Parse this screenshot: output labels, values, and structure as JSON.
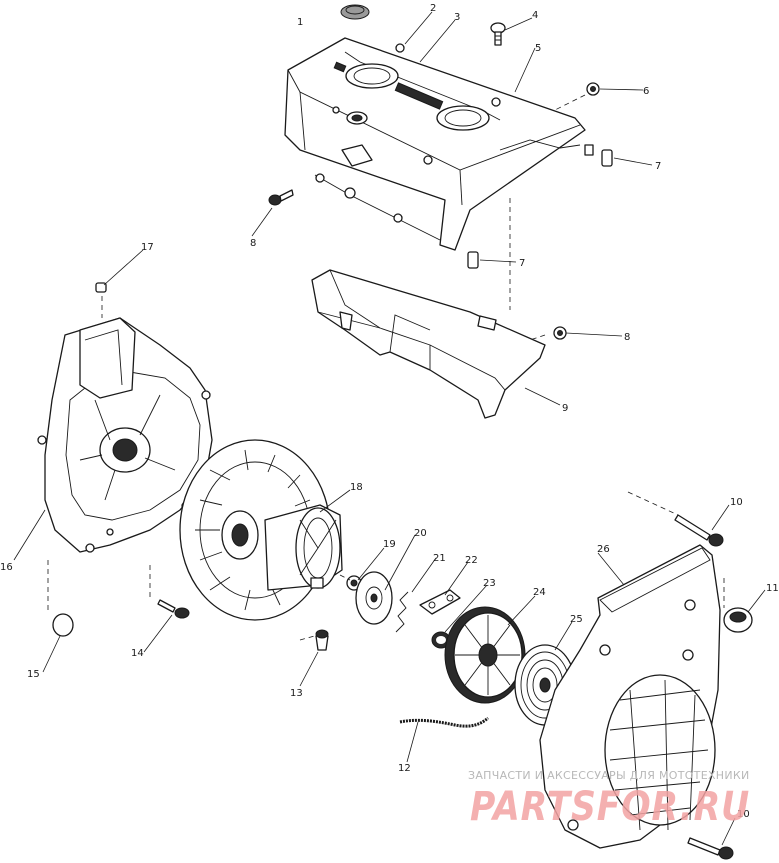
{
  "callouts": [
    {
      "id": "c1",
      "text": "1"
    },
    {
      "id": "c2",
      "text": "2"
    },
    {
      "id": "c3",
      "text": "3"
    },
    {
      "id": "c4",
      "text": "4"
    },
    {
      "id": "c5",
      "text": "5"
    },
    {
      "id": "c6",
      "text": "6"
    },
    {
      "id": "c7a",
      "text": "7"
    },
    {
      "id": "c7b",
      "text": "7"
    },
    {
      "id": "c8a",
      "text": "8"
    },
    {
      "id": "c8b",
      "text": "8"
    },
    {
      "id": "c9",
      "text": "9"
    },
    {
      "id": "c10a",
      "text": "10"
    },
    {
      "id": "c10b",
      "text": "10"
    },
    {
      "id": "c11",
      "text": "11"
    },
    {
      "id": "c12",
      "text": "12"
    },
    {
      "id": "c13",
      "text": "13"
    },
    {
      "id": "c14",
      "text": "14"
    },
    {
      "id": "c15",
      "text": "15"
    },
    {
      "id": "c16",
      "text": "16"
    },
    {
      "id": "c17",
      "text": "17"
    },
    {
      "id": "c18",
      "text": "18"
    },
    {
      "id": "c19",
      "text": "19"
    },
    {
      "id": "c20",
      "text": "20"
    },
    {
      "id": "c21",
      "text": "21"
    },
    {
      "id": "c22",
      "text": "22"
    },
    {
      "id": "c23",
      "text": "23"
    },
    {
      "id": "c24",
      "text": "24"
    },
    {
      "id": "c25",
      "text": "25"
    },
    {
      "id": "c26",
      "text": "26"
    }
  ],
  "watermark": {
    "caption": "ЗАПЧАСТИ И АКСЕССУАРЫ ДЛЯ МОТОТЕХНИКИ",
    "logo": "PARTSFOR.RU"
  },
  "colors": {
    "line": "#1a1a1a",
    "background": "#ffffff",
    "watermark_logo": "#f2a2a2",
    "watermark_caption": "#b8b8b8"
  }
}
